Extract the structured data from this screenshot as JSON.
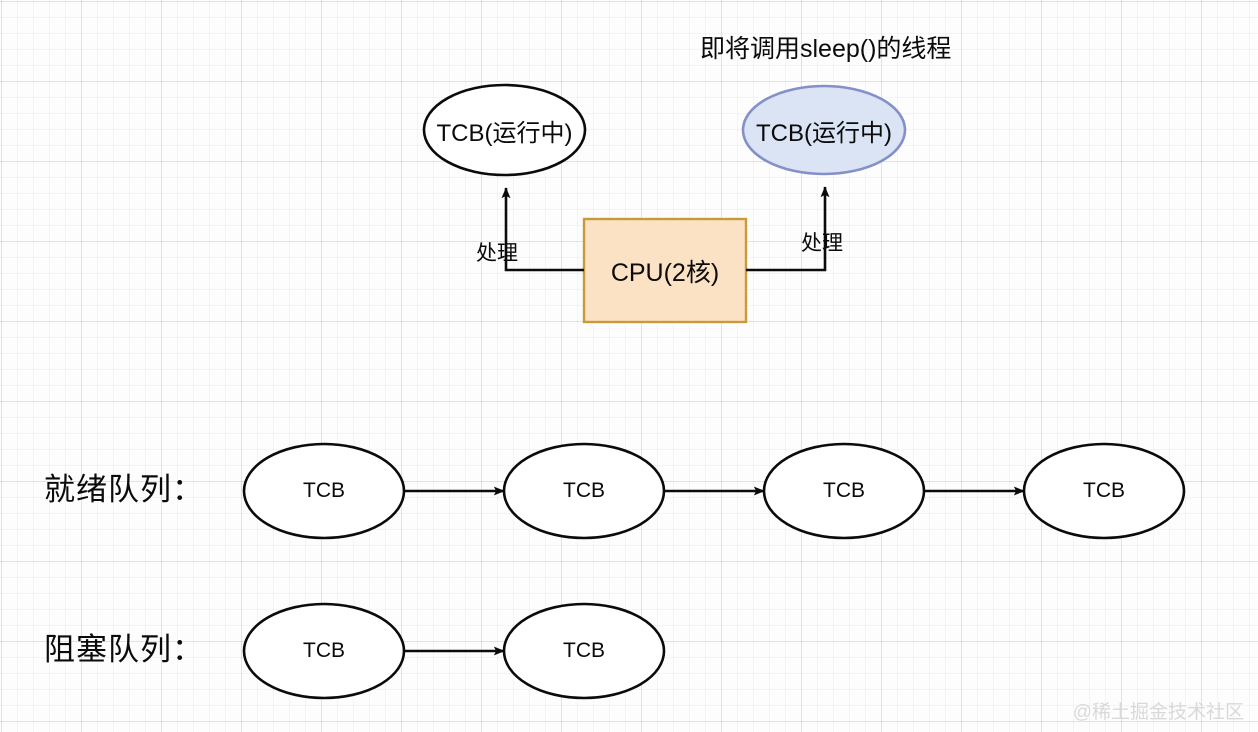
{
  "diagram": {
    "title_note": "即将调用sleep()的线程",
    "watermark": "@稀土掘金技术社区",
    "colors": {
      "stroke": "#0b0b0b",
      "cpu_fill": "#fbe2c4",
      "cpu_border": "#c79a3c",
      "highlight_fill": "#dbe4f4",
      "highlight_border": "#8490c8",
      "grid_minor": "#f4f4f4",
      "grid_major": "#eaeaea",
      "watermark_color": "#d9d9d9"
    },
    "cpu": {
      "label": "CPU(2核)"
    },
    "running_threads": [
      {
        "label": "TCB(运行中)",
        "state": "normal",
        "edge_label": "处理"
      },
      {
        "label": "TCB(运行中)",
        "state": "highlighted",
        "edge_label": "处理"
      }
    ],
    "queues": [
      {
        "name": "ready-queue",
        "label": "就绪队列：",
        "nodes": [
          {
            "label": "TCB"
          },
          {
            "label": "TCB"
          },
          {
            "label": "TCB"
          },
          {
            "label": "TCB"
          }
        ]
      },
      {
        "name": "blocked-queue",
        "label": "阻塞队列：",
        "nodes": [
          {
            "label": "TCB"
          },
          {
            "label": "TCB"
          }
        ]
      }
    ]
  }
}
